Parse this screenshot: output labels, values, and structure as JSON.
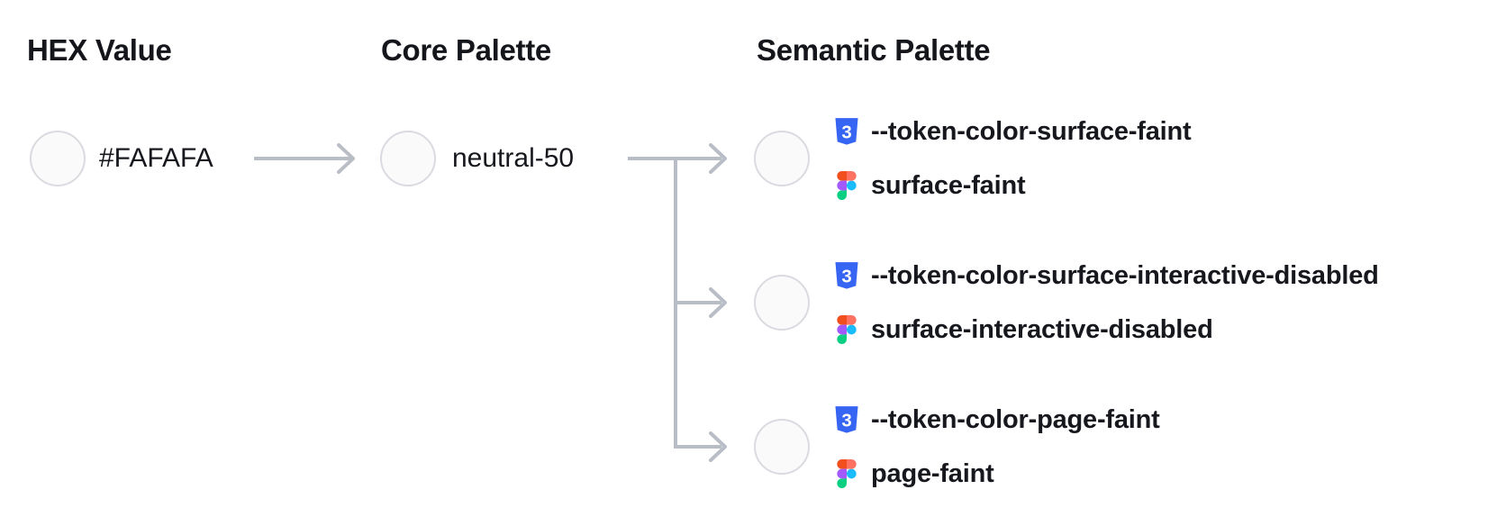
{
  "headers": {
    "hex": "HEX Value",
    "core": "Core Palette",
    "semantic": "Semantic Palette"
  },
  "hex_node": {
    "value": "#FAFAFA"
  },
  "core_node": {
    "value": "neutral-50"
  },
  "tokens": [
    {
      "css_variable": "--token-color-surface-faint",
      "figma_token": "surface-faint"
    },
    {
      "css_variable": "--token-color-surface-interactive-disabled",
      "figma_token": "surface-interactive-disabled"
    },
    {
      "css_variable": "--token-color-page-faint",
      "figma_token": "page-faint"
    }
  ],
  "icons": {
    "css": "css3-logo-icon",
    "figma": "figma-logo-icon",
    "css_badge_glyph": "3"
  },
  "colors": {
    "swatch_fill": "#FAFAFA",
    "swatch_border": "#D9DBE1",
    "connector": "#B9BDC6",
    "heading_text": "#14161B",
    "body_text": "#16181E",
    "css_logo_blue": "#3665F3",
    "figma_red": "#F24E1E",
    "figma_salmon": "#FF7262",
    "figma_purple": "#A259FF",
    "figma_blue": "#1ABCFE",
    "figma_green": "#0ACF83"
  }
}
